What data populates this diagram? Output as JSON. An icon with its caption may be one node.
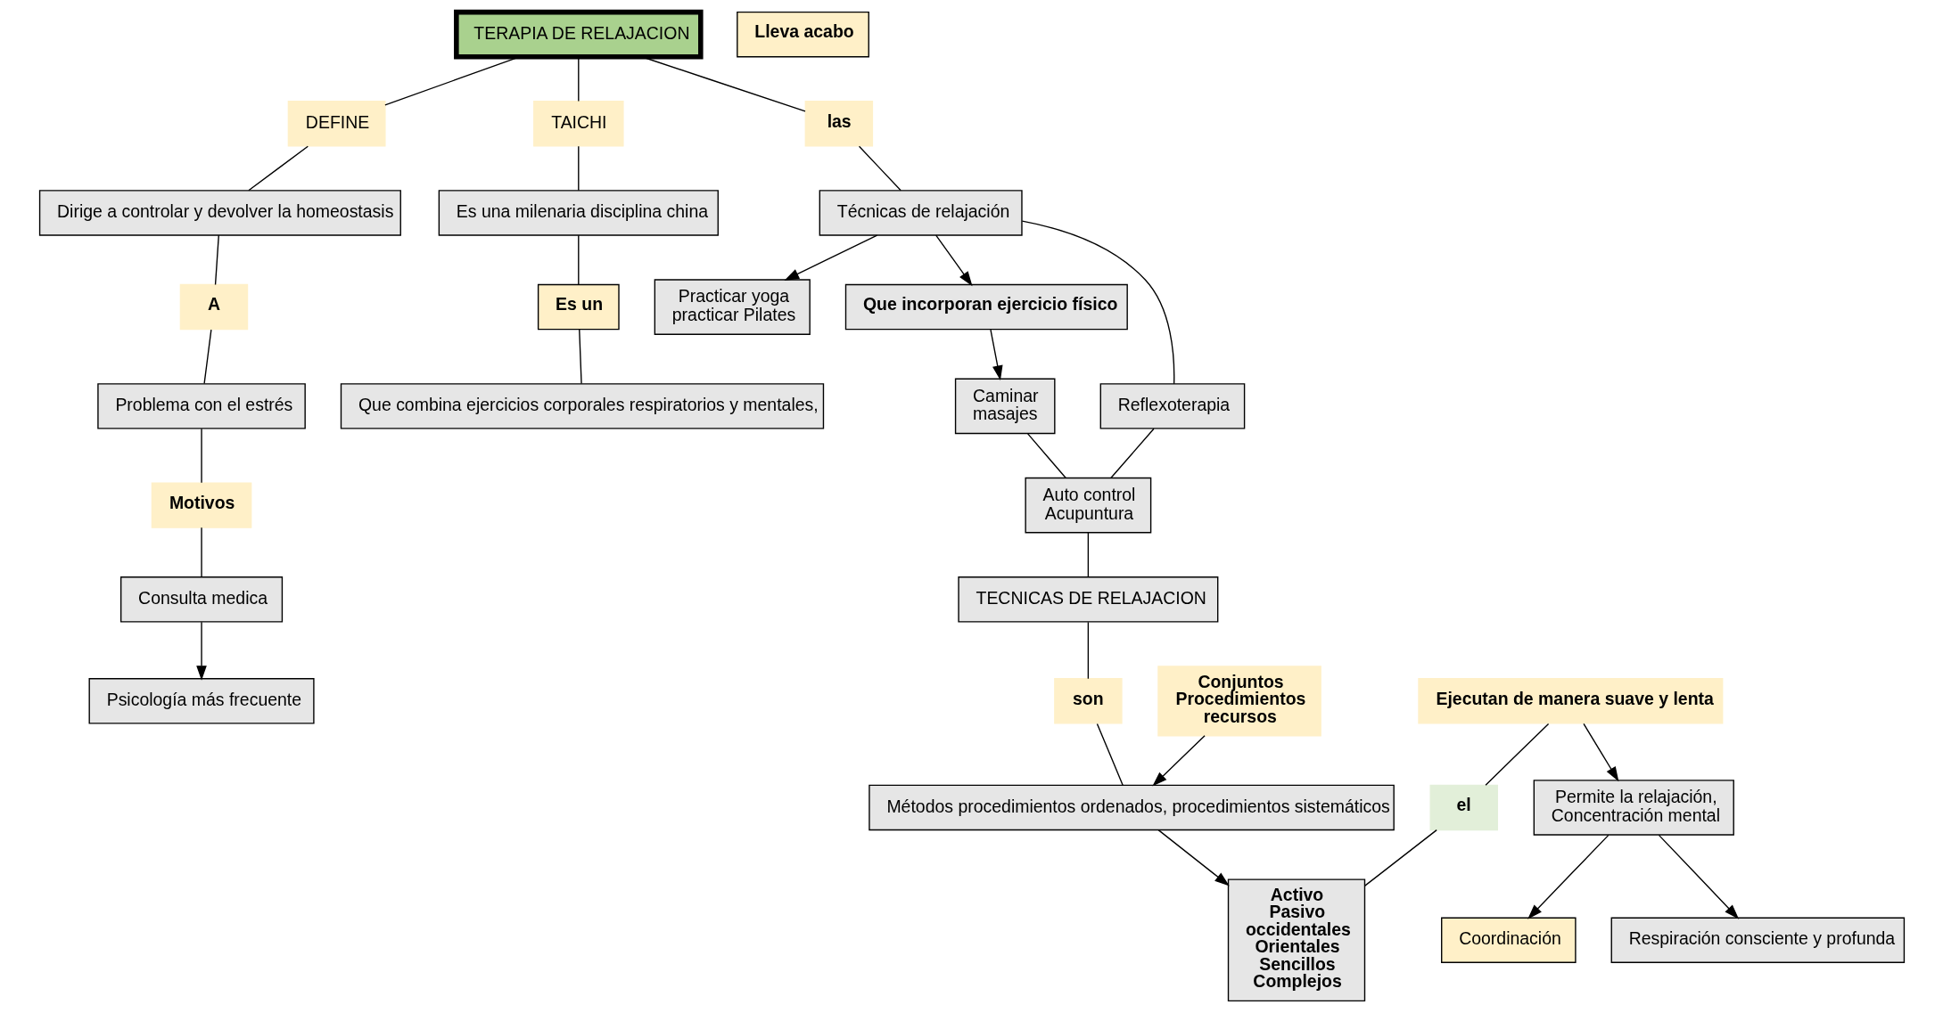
{
  "diagram": {
    "nodes": [
      {
        "text": [
          "TERAPIA DE RELAJACION"
        ]
      },
      {
        "text": [
          "DEFINE"
        ]
      },
      {
        "text": [
          "TAICHI"
        ]
      },
      {
        "text": [
          "Dirige a controlar y devolver la homeostasis"
        ]
      },
      {
        "text": [
          "las"
        ]
      },
      {
        "text": [
          "Es una milenaria disciplina china"
        ]
      },
      {
        "text": [
          "Técnicas de relajación"
        ]
      },
      {
        "text": [
          "Practicar yoga",
          "practicar Pilates"
        ]
      },
      {
        "text": [
          "Es un"
        ]
      },
      {
        "text": [
          "Que incorporan ejercicio físico"
        ]
      },
      {
        "text": [
          "A"
        ]
      },
      {
        "text": [
          "Reflexoterapia"
        ]
      },
      {
        "text": [
          "Problema con el estrés"
        ]
      },
      {
        "text": [
          "Que combina ejercicios corporales respiratorios y mentales,"
        ]
      },
      {
        "text": [
          "Ejecutan de manera suave y lenta"
        ]
      },
      {
        "text": [
          "Caminar",
          "masajes"
        ]
      },
      {
        "text": [
          "Auto control",
          "Acupuntura"
        ]
      },
      {
        "text": [
          "Motivos"
        ]
      },
      {
        "text": [
          "Permite la relajación,",
          "Concentración mental"
        ]
      },
      {
        "text": [
          "Consulta medica"
        ]
      },
      {
        "text": [
          "Psicología más frecuente"
        ]
      },
      {
        "text": [
          "TECNICAS DE RELAJACION"
        ]
      },
      {
        "text": [
          "Coordinación"
        ]
      },
      {
        "text": [
          "son"
        ]
      },
      {
        "text": [
          "Lleva acabo"
        ]
      },
      {
        "text": [
          "el"
        ]
      },
      {
        "text": [
          "Respiración consciente y profunda"
        ]
      },
      {
        "text": [
          "Conjuntos",
          "Procedimientos",
          "recursos"
        ]
      },
      {
        "text": [
          "Métodos procedimientos ordenados, procedimientos sistemáticos"
        ]
      },
      {
        "text": [
          "Activo",
          "Pasivo",
          "occidentales",
          "Orientales",
          "Sencillos",
          "Complejos"
        ]
      }
    ],
    "edges": [
      {
        "from": 0,
        "to": 1,
        "arrow": "none"
      },
      {
        "from": 1,
        "to": 3,
        "arrow": "none"
      },
      {
        "from": 3,
        "to": 10,
        "arrow": "none"
      },
      {
        "from": 10,
        "to": 12,
        "arrow": "none"
      },
      {
        "from": 12,
        "to": 17,
        "arrow": "none"
      },
      {
        "from": 17,
        "to": 19,
        "arrow": "none"
      },
      {
        "from": 19,
        "to": 20,
        "arrow": "to"
      },
      {
        "from": 0,
        "to": 2,
        "arrow": "none"
      },
      {
        "from": 2,
        "to": 5,
        "arrow": "none"
      },
      {
        "from": 5,
        "to": 8,
        "arrow": "none"
      },
      {
        "from": 8,
        "to": 13,
        "arrow": "none"
      },
      {
        "from": 0,
        "to": 4,
        "arrow": "none"
      },
      {
        "from": 4,
        "to": 6,
        "arrow": "none"
      },
      {
        "from": 6,
        "to": 7,
        "arrow": "to"
      },
      {
        "from": 6,
        "to": 11,
        "arrow": "none"
      },
      {
        "from": 6,
        "to": 9,
        "arrow": "to"
      },
      {
        "from": 9,
        "to": 15,
        "arrow": "to"
      },
      {
        "from": 15,
        "to": 16,
        "arrow": "none"
      },
      {
        "from": 11,
        "to": 16,
        "arrow": "none"
      },
      {
        "from": 16,
        "to": 21,
        "arrow": "none"
      },
      {
        "from": 21,
        "to": 23,
        "arrow": "none"
      },
      {
        "from": 23,
        "to": 28,
        "arrow": "none"
      },
      {
        "from": 27,
        "to": 28,
        "arrow": "to"
      },
      {
        "from": 28,
        "to": 29,
        "arrow": "to"
      },
      {
        "from": 14,
        "to": 25,
        "arrow": "none"
      },
      {
        "from": 25,
        "to": 29,
        "arrow": "none"
      },
      {
        "from": 14,
        "to": 18,
        "arrow": "to"
      },
      {
        "from": 18,
        "to": 22,
        "arrow": "to"
      },
      {
        "from": 18,
        "to": 26,
        "arrow": "to"
      }
    ]
  }
}
